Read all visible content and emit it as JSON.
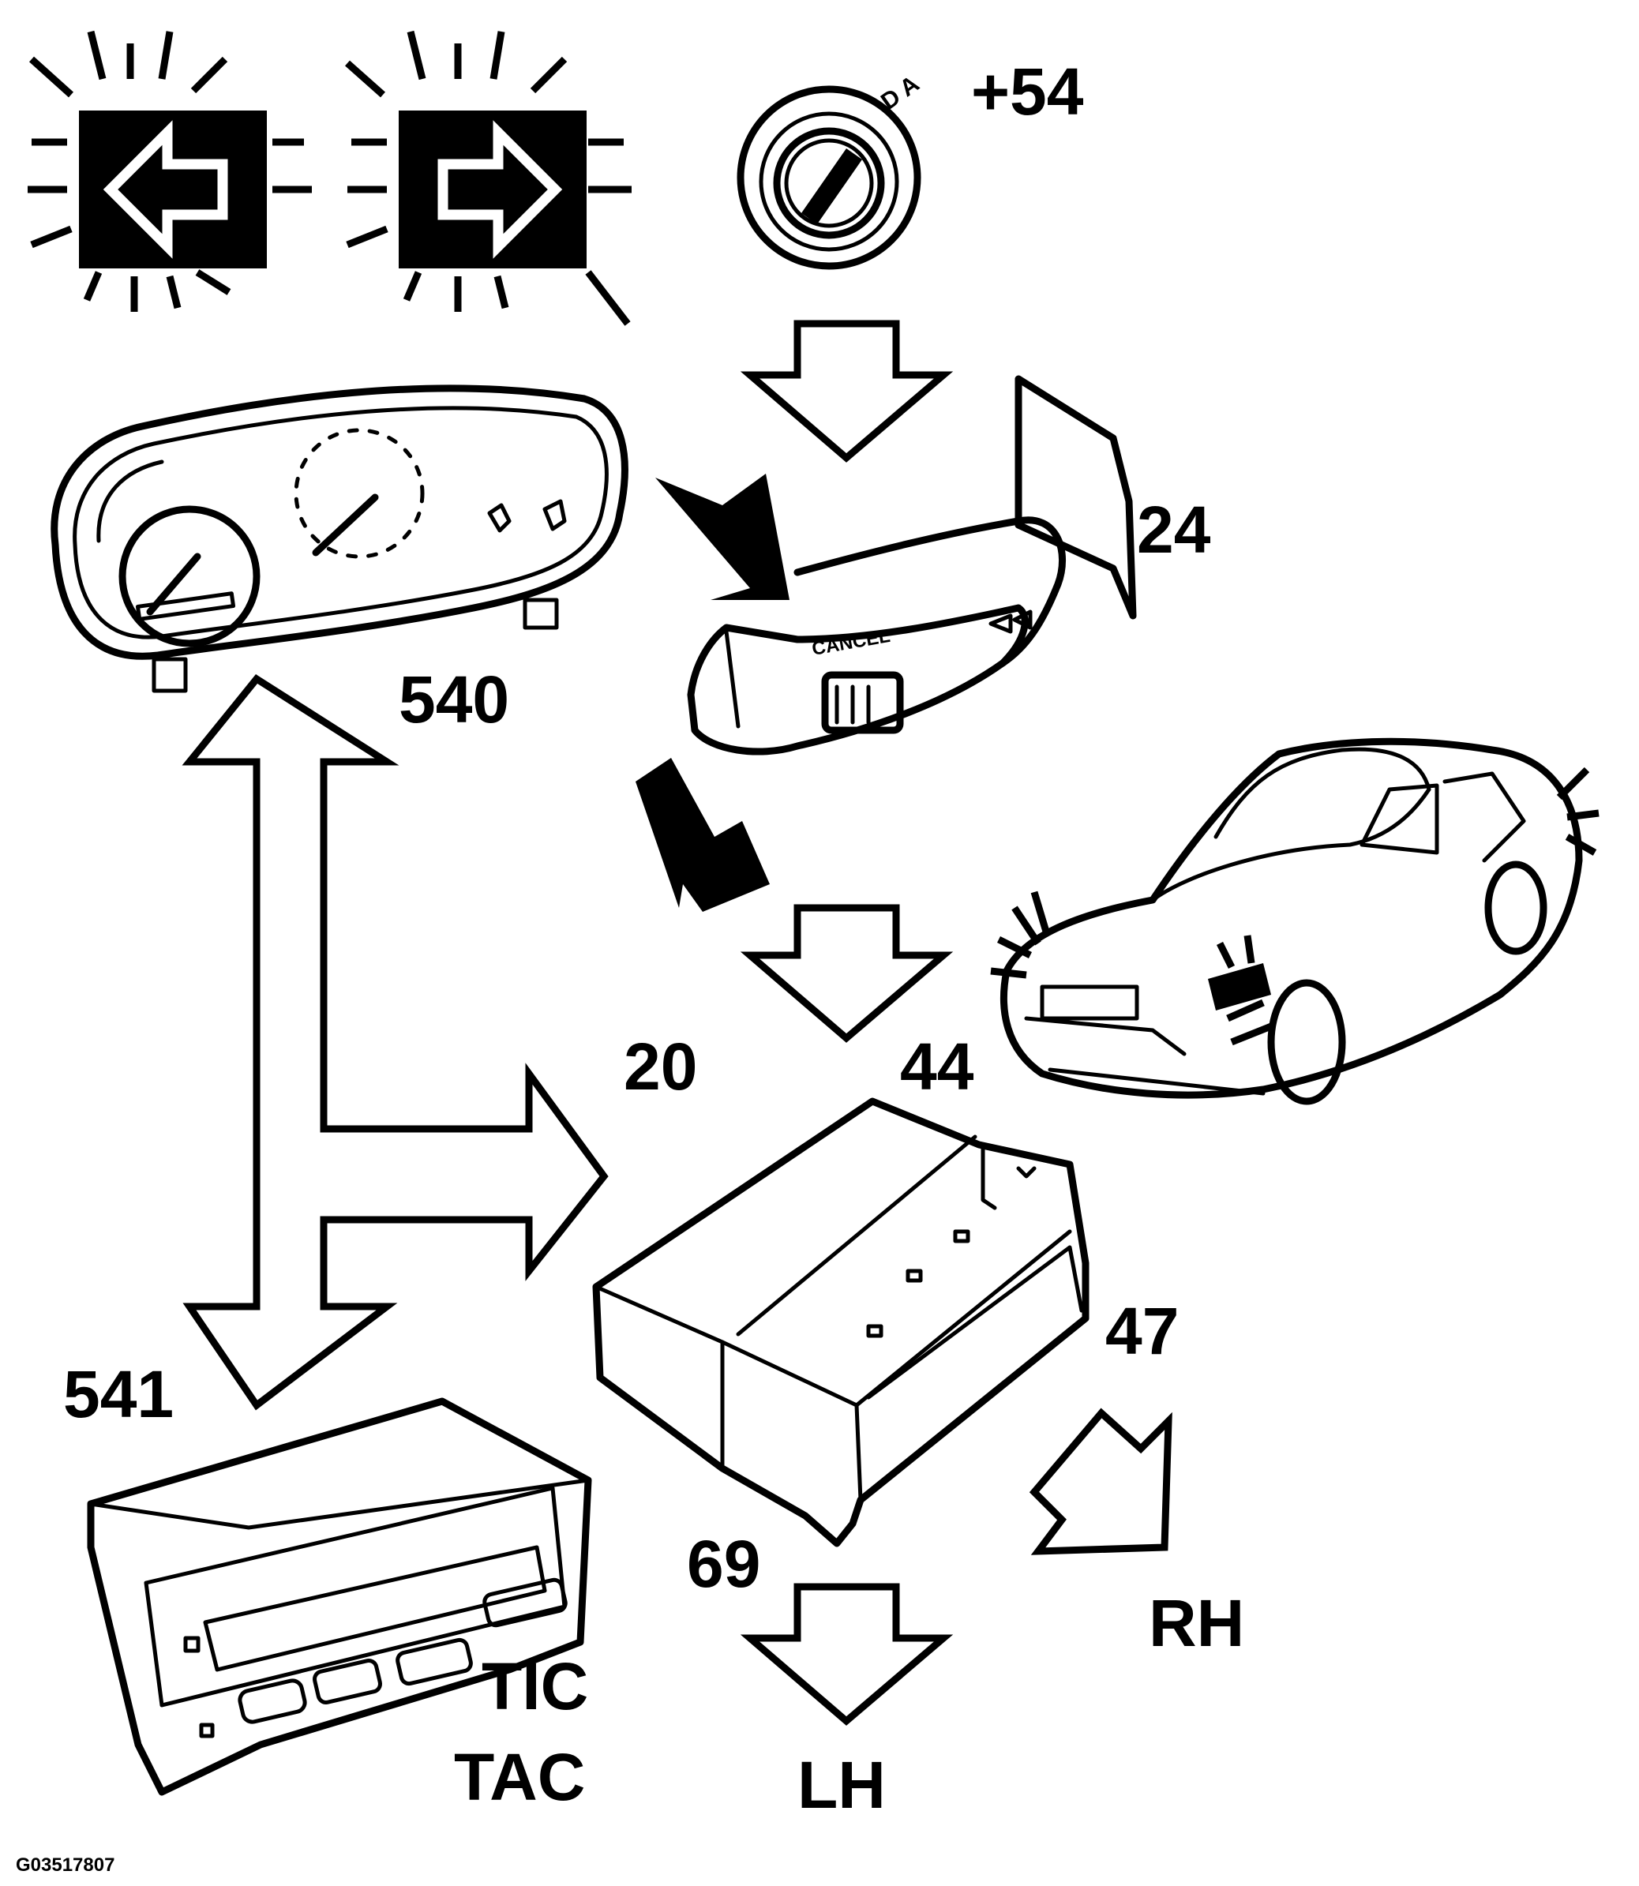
{
  "labels": {
    "ignition": "+54",
    "stalk": "24",
    "cluster": "540",
    "module_a": "20",
    "module_b": "44",
    "output_rh_num": "47",
    "output_lh_num": "69",
    "display_unit": "541",
    "rh": "RH",
    "lh": "LH",
    "tic": "TIC",
    "tac": "TAC"
  },
  "small_text": {
    "stalk_cancel": "CANCEL",
    "ignition_marks": "D A"
  },
  "figure_id": "G03517807"
}
